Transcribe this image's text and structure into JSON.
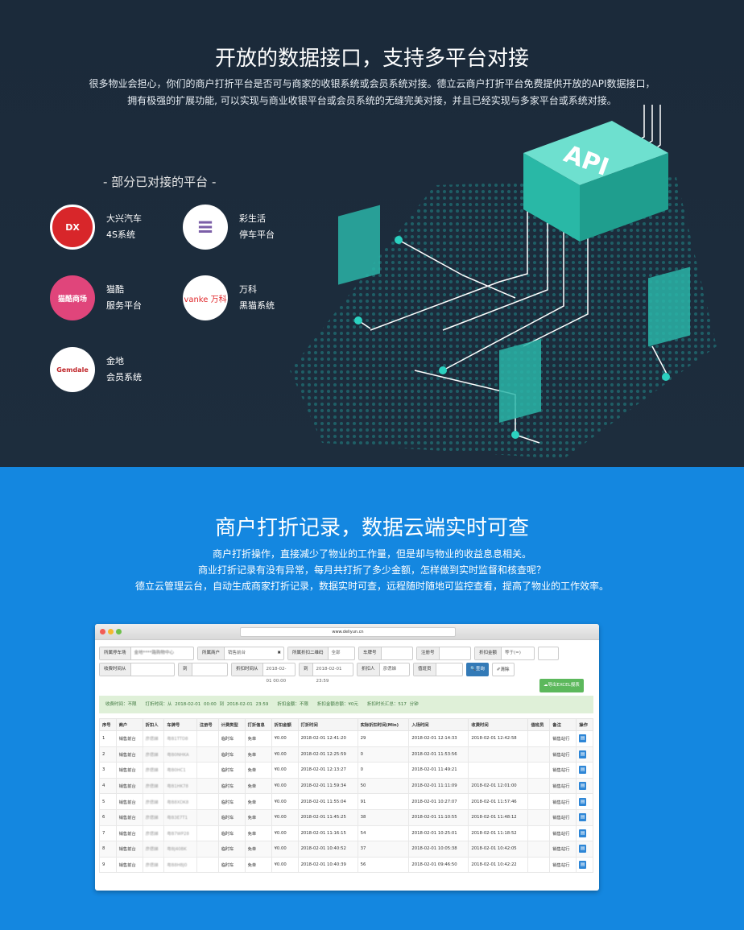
{
  "top": {
    "title": "开放的数据接口，支持多平台对接",
    "desc": [
      "很多物业会担心，你们的商户打折平台是否可与商家的收银系统或会员系统对接。德立云商户打折平台免费提供开放的API数据接口，",
      "拥有极强的扩展功能, 可以实现与商业收银平台或会员系统的无缝完美对接，并且已经实现与多家平台或系统对接。"
    ],
    "platforms_title": "- 部分已对接的平台 -",
    "platforms": [
      {
        "name": "大兴汽车",
        "sub": "4S系统",
        "logo": "DX"
      },
      {
        "name": "彩生活",
        "sub": "停车平台",
        "logo": "≡"
      },
      {
        "name": "猫酷",
        "sub": "服务平台",
        "logo": "猫酷商场"
      },
      {
        "name": "万科",
        "sub": "黑猫系统",
        "logo": "vanke 万科"
      },
      {
        "name": "金地",
        "sub": "会员系统",
        "logo": "Gemdale"
      }
    ],
    "api_label": "API"
  },
  "bottom": {
    "title": "商户打折记录，数据云端实时可查",
    "desc": [
      "商户打折操作，直接减少了物业的工作量，但是却与物业的收益息息相关。",
      "商业打折记录有没有异常，每月共打折了多少金额，怎样做到实时监督和核查呢？",
      "德立云管理云台，自动生成商家打折记录，数据实时可查，远程随时随地可监控查看，提高了物业的工作效率。"
    ]
  },
  "window": {
    "url": "www.deliyun.cn",
    "filters": {
      "parking_label": "所属停车场",
      "parking_value": "金地****路购物中心",
      "merchant_label": "所属商户",
      "merchant_value": "销售前台",
      "qr_label": "所属折扣二维码",
      "qr_value": "全部",
      "plate_label": "车牌号",
      "reg_label": "注册号",
      "amount_label": "折扣金额",
      "amount_op": "等于(=)",
      "charge_from_label": "收费时间从",
      "to_label": "到",
      "disc_from_label": "折扣时间从",
      "disc_from_value": "2018-02-01 00:00",
      "disc_to_value": "2018-02-01 23:59",
      "person_label": "折扣人",
      "person_value": "彦偲娣",
      "duty_label": "值班员",
      "search": "查询",
      "clear": "清除",
      "export": "导出EXCEL报表"
    },
    "summary": "收费时间：不限　　打折时间：从 2018-02-01 00:00 到 2018-02-01 23:59　　折扣金额：不限　　折扣金额总额：¥0元　　折扣时长汇总：517 分钟",
    "headers": [
      "序号",
      "商户",
      "折扣人",
      "车牌号",
      "注册号",
      "计费类型",
      "打折信息",
      "折扣金额",
      "打折时间",
      "实际折扣时间(Min)",
      "入场时间",
      "收费时间",
      "值班员",
      "备注",
      "操作"
    ],
    "rows": [
      [
        "1",
        "销售前台",
        "彦偲娣",
        "粤B1TTD8",
        "",
        "临时车",
        "免单",
        "¥0.00",
        "2018-02-01 12:41:20",
        "29",
        "2018-02-01 12:14:33",
        "2018-02-01 12:42:58",
        "",
        "销售站行"
      ],
      [
        "2",
        "销售前台",
        "彦偲娣",
        "粤B0NHKA",
        "",
        "临时车",
        "免单",
        "¥0.00",
        "2018-02-01 12:25:59",
        "0",
        "2018-02-01 11:53:56",
        "",
        "",
        "销售站行"
      ],
      [
        "3",
        "销售前台",
        "彦偲娣",
        "粤B0HC1",
        "",
        "临时车",
        "免单",
        "¥0.00",
        "2018-02-01 12:13:27",
        "0",
        "2018-02-01 11:49:21",
        "",
        "",
        "销售站行"
      ],
      [
        "4",
        "销售前台",
        "彦偲娣",
        "粤B1HK78",
        "",
        "临时车",
        "免单",
        "¥0.00",
        "2018-02-01 11:59:34",
        "50",
        "2018-02-01 11:11:09",
        "2018-02-01 12:01:00",
        "",
        "销售站行"
      ],
      [
        "5",
        "销售前台",
        "彦偲娣",
        "粤B8XDK8",
        "",
        "临时车",
        "免单",
        "¥0.00",
        "2018-02-01 11:55:04",
        "91",
        "2018-02-01 10:27:07",
        "2018-02-01 11:57:46",
        "",
        "销售站行"
      ],
      [
        "6",
        "销售前台",
        "彦偲娣",
        "粤B3E7T1",
        "",
        "临时车",
        "免单",
        "¥0.00",
        "2018-02-01 11:45:25",
        "38",
        "2018-02-01 11:10:55",
        "2018-02-01 11:48:12",
        "",
        "销售站行"
      ],
      [
        "7",
        "销售前台",
        "彦偲娣",
        "粤B7WP28",
        "",
        "临时车",
        "免单",
        "¥0.00",
        "2018-02-01 11:16:15",
        "54",
        "2018-02-01 10:25:01",
        "2018-02-01 11:18:52",
        "",
        "销售站行"
      ],
      [
        "8",
        "销售前台",
        "彦偲娣",
        "粤BJ40BK",
        "",
        "临时车",
        "免单",
        "¥0.00",
        "2018-02-01 10:40:52",
        "37",
        "2018-02-01 10:05:38",
        "2018-02-01 10:42:05",
        "",
        "销售站行"
      ],
      [
        "9",
        "销售前台",
        "彦偲娣",
        "粤B8HBJ0",
        "",
        "临时车",
        "免单",
        "¥0.00",
        "2018-02-01 10:40:39",
        "56",
        "2018-02-01 09:46:50",
        "2018-02-01 10:42:22",
        "",
        "销售站行"
      ]
    ]
  }
}
